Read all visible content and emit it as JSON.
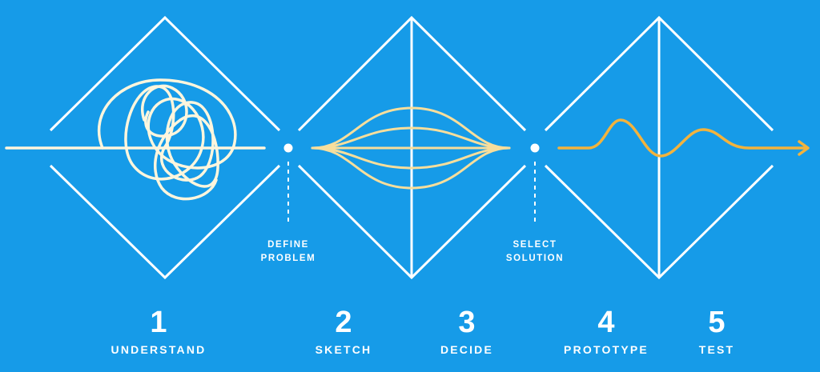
{
  "colors": {
    "background": "#169BE8",
    "outline": "#FFFFFF",
    "understand_line": "#FFF6DD",
    "sketch_line": "#F7DE9C",
    "prototype_line": "#F2B33D"
  },
  "stages": [
    {
      "number": "1",
      "name": "UNDERSTAND"
    },
    {
      "number": "2",
      "name": "SKETCH"
    },
    {
      "number": "3",
      "name": "DECIDE"
    },
    {
      "number": "4",
      "name": "PROTOTYPE"
    },
    {
      "number": "5",
      "name": "TEST"
    }
  ],
  "milestones": [
    {
      "line1": "DEFINE",
      "line2": "PROBLEM"
    },
    {
      "line1": "SELECT",
      "line2": "SOLUTION"
    }
  ]
}
